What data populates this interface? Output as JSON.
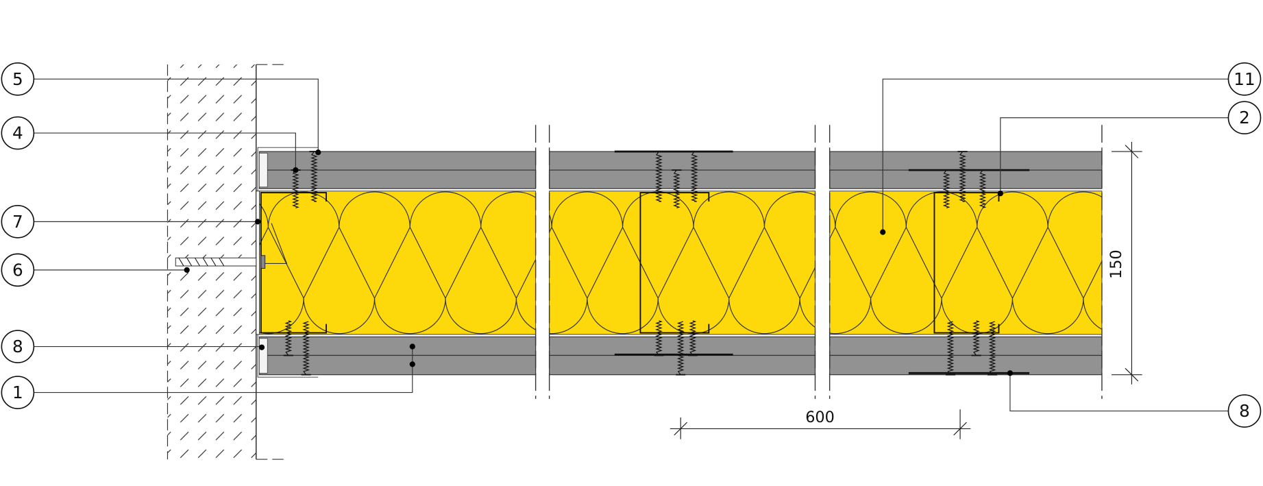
{
  "drawing": {
    "colors": {
      "board": "#929292",
      "insulation": "#FDD80A",
      "line": "#1a1a1a",
      "background": "#ffffff"
    },
    "callouts_left": [
      {
        "id": "5",
        "label": "5"
      },
      {
        "id": "4",
        "label": "4"
      },
      {
        "id": "7",
        "label": "7"
      },
      {
        "id": "6",
        "label": "6"
      },
      {
        "id": "8",
        "label": "8"
      },
      {
        "id": "1",
        "label": "1"
      }
    ],
    "callouts_right": [
      {
        "id": "11",
        "label": "11"
      },
      {
        "id": "2",
        "label": "2"
      },
      {
        "id": "8b",
        "label": "8"
      }
    ],
    "dimensions": {
      "thickness": "150",
      "stud_spacing": "600"
    }
  }
}
